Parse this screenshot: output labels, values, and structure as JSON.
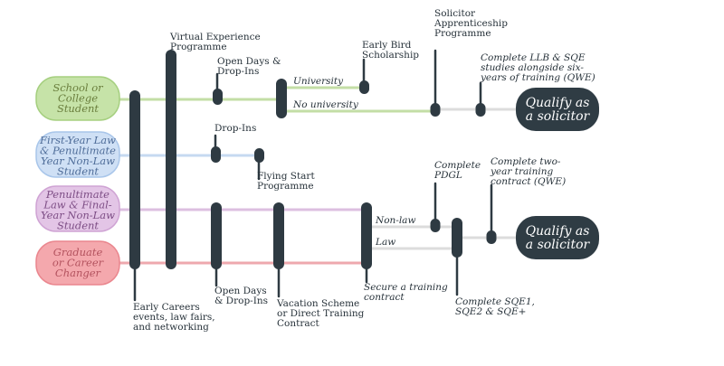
{
  "colors": {
    "ink": "#2e3a42",
    "grey_path": "#dcdcdc",
    "green_path": "#c3dea6",
    "blue_path": "#c6d9f1",
    "purple_path": "#dcbfe0",
    "pink_path": "#eea8ae",
    "green_fill": "#c6e3a8",
    "green_stroke": "#a5cf7f",
    "green_text": "#6a7e3d",
    "blue_fill": "#cfe0f5",
    "blue_stroke": "#a9c6ea",
    "blue_text": "#4f6d99",
    "purple_fill": "#e3c5e6",
    "purple_stroke": "#cfa3d4",
    "purple_text": "#7d4d85",
    "pink_fill": "#f4a8ad",
    "pink_stroke": "#ea868e",
    "pink_text": "#b3525e",
    "goal_fill": "#2f3c44"
  },
  "start_points": [
    {
      "name": "start-school-student",
      "lines": [
        "School or",
        "College",
        "Student"
      ],
      "theme": "green"
    },
    {
      "name": "start-first-year-law",
      "lines": [
        "First-Year Law",
        "& Penultimate",
        "Year Non-Law",
        "Student"
      ],
      "theme": "blue"
    },
    {
      "name": "start-penultimate-law",
      "lines": [
        "Penultimate",
        "Law & Final-",
        "Year Non-Law",
        "Student"
      ],
      "theme": "purple"
    },
    {
      "name": "start-graduate",
      "lines": [
        "Graduate",
        "or Career",
        "Changer"
      ],
      "theme": "pink"
    }
  ],
  "goals": [
    {
      "name": "goal-qualify-top",
      "lines": [
        "Qualify as",
        "a solicitor"
      ]
    },
    {
      "name": "goal-qualify-bottom",
      "lines": [
        "Qualify as",
        "a solicitor"
      ]
    }
  ],
  "labels": {
    "virtual_experience": [
      "Virtual Experience",
      "Programme"
    ],
    "open_days_top": [
      "Open Days &",
      "Drop-Ins"
    ],
    "early_bird": [
      "Early Bird",
      "Scholarship"
    ],
    "solicitor_apprenticeship": [
      "Solicitor",
      "Apprenticeship",
      "Programme"
    ],
    "complete_llb": [
      "Complete LLB & SQE",
      "studies alongside six-",
      "years of training (QWE)"
    ],
    "university": "University",
    "no_university": "No university",
    "drop_ins": "Drop-Ins",
    "flying_start": [
      "Flying Start",
      "Programme"
    ],
    "complete_pdgl": [
      "Complete",
      "PDGL"
    ],
    "complete_two_year": [
      "Complete two-",
      "year training",
      "contract (QWE)"
    ],
    "non_law": "Non-law",
    "law": "Law",
    "early_careers": [
      "Early Careers",
      "events, law fairs,",
      "and networking"
    ],
    "open_days_bottom": [
      "Open Days",
      "& Drop-Ins"
    ],
    "vacation_scheme": [
      "Vacation Scheme",
      "or Direct Training",
      "Contract"
    ],
    "secure_training": [
      "Secure a training",
      "contract"
    ],
    "complete_sqe": [
      "Complete SQE1,",
      "SQE2 & SQE+"
    ]
  }
}
